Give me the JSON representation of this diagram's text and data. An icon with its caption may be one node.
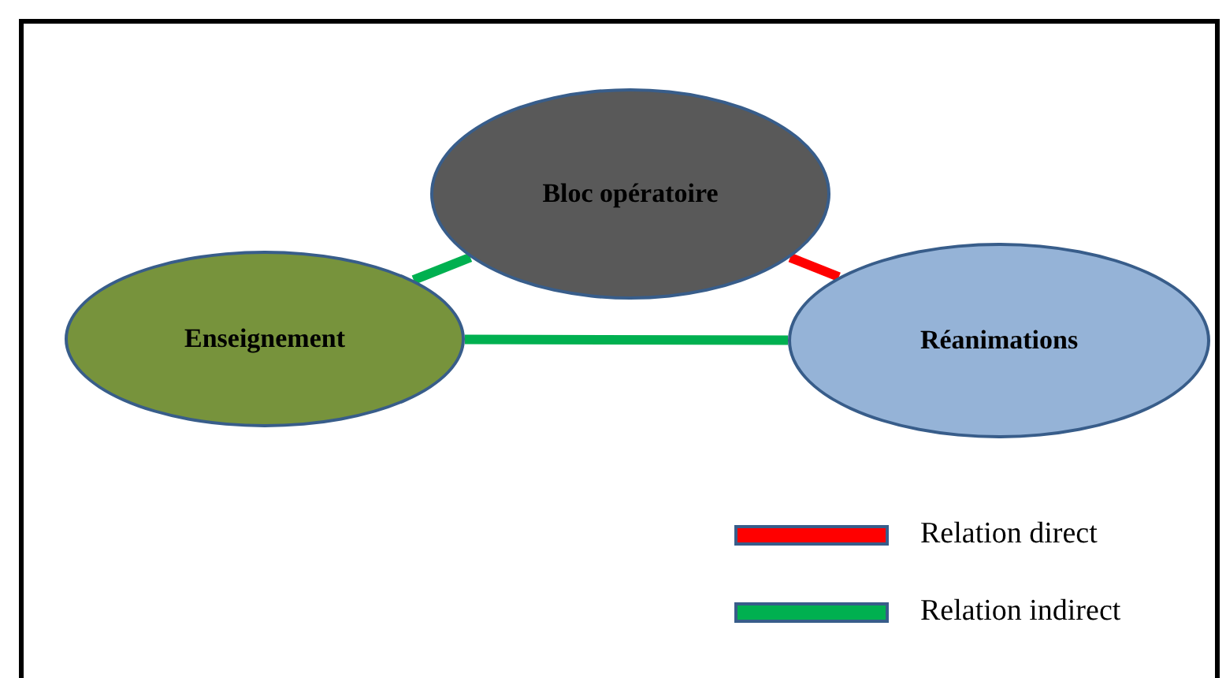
{
  "diagram": {
    "nodes": [
      {
        "text": [
          "Bloc opératoire"
        ]
      },
      {
        "text": [
          "Enseignement"
        ]
      },
      {
        "text": [
          "Réanimations"
        ]
      }
    ],
    "edges": [
      {
        "from": 0,
        "to": 1,
        "arrow": "none"
      },
      {
        "from": 0,
        "to": 2,
        "arrow": "none",
        "color": "#ff0000"
      },
      {
        "from": 1,
        "to": 2,
        "arrow": "none"
      }
    ],
    "legend": [
      {
        "text": "Relation direct",
        "color": "#ff0000"
      },
      {
        "text": "Relation indirect",
        "color": "#00b050"
      }
    ]
  }
}
